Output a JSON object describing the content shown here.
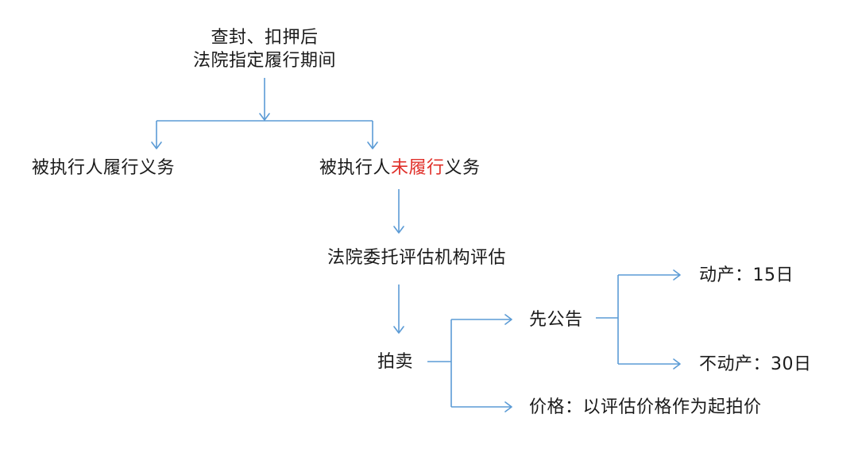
{
  "nodes": {
    "root_line1": "查封、扣押后",
    "root_line2": "法院指定履行期间",
    "fulfilled": "被执行人履行义务",
    "unfulfilled_prefix": "被执行人",
    "unfulfilled_highlight": "未履行",
    "unfulfilled_suffix": "义务",
    "appraisal": "法院委托评估机构评估",
    "auction": "拍卖",
    "announce_first": "先公告",
    "movable": "动产：15日",
    "immovable": "不动产：30日",
    "price": "价格：以评估价格作为起拍价"
  },
  "colors": {
    "arrow": "#5b9bd5",
    "highlight": "#e0302a",
    "text": "#1a1a1a"
  }
}
